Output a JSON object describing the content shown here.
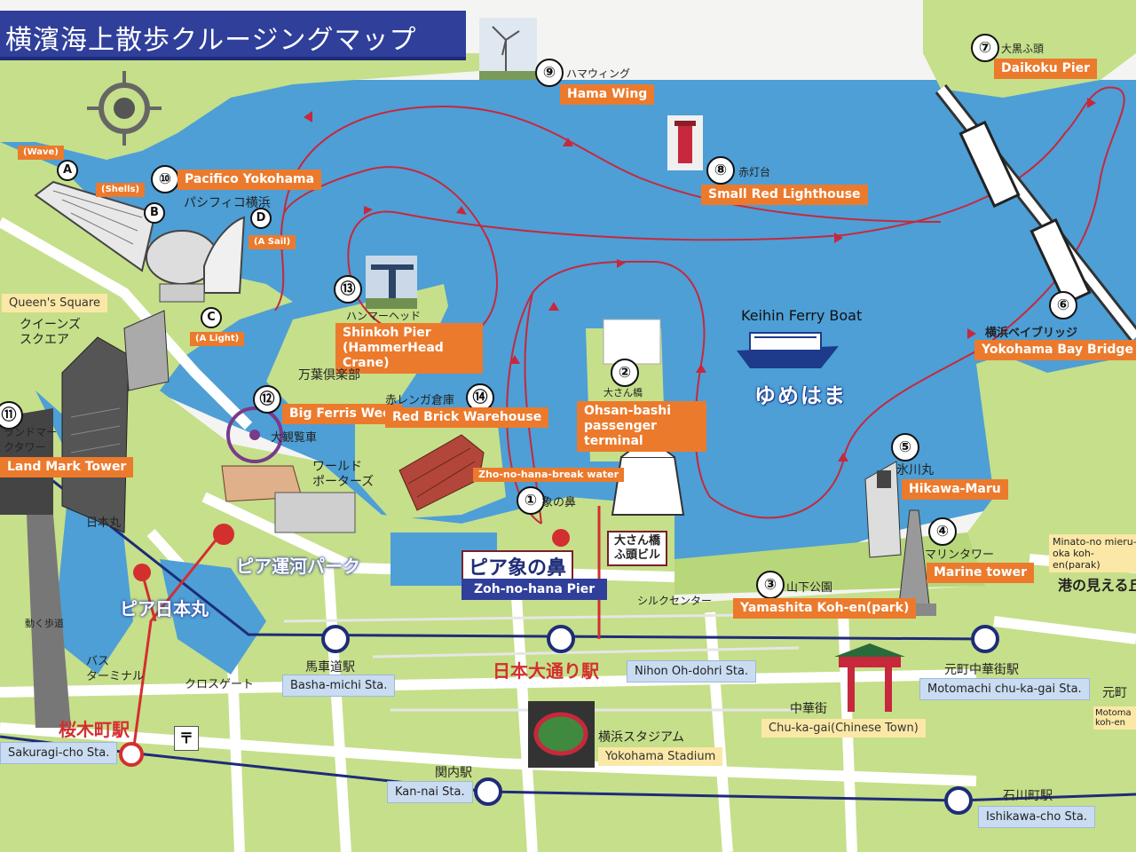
{
  "title": "横濱海上散歩クルージングマップ",
  "colors": {
    "sea": "#4d9fd6",
    "land": "#c6df8a",
    "road": "#ffffff",
    "route": "#c7283c",
    "orange": "#ec7a2c",
    "navy": "#2f3f9a"
  },
  "ferry": {
    "name_en": "Keihin Ferry Boat",
    "name_jp": "ゆめはま"
  },
  "spots": [
    {
      "num": "⑦",
      "jp": "大黒ふ頭",
      "en": "Daikoku Pier"
    },
    {
      "num": "⑨",
      "jp": "ハマウィング",
      "en": "Hama Wing"
    },
    {
      "num": "⑧",
      "jp": "赤灯台",
      "en": "Small Red Lighthouse"
    },
    {
      "num": "⑩",
      "jp": "パシフィコ横浜",
      "en": "Pacifico Yokohama"
    },
    {
      "num": "⑥",
      "jp": "横浜ベイブリッジ",
      "en": "Yokohama Bay Bridge"
    },
    {
      "num": "⑬",
      "jp": "ハンマーヘッド",
      "en": "Shinkoh Pier (HammerHead Crane)"
    },
    {
      "num": "②",
      "jp": "大さん橋",
      "en": "Ohsan-bashi passenger terminal"
    },
    {
      "num": "⑫",
      "jp": "大観覧車",
      "en": "Big Ferris Weel"
    },
    {
      "num": "⑭",
      "jp": "赤レンガ倉庫",
      "en": "Red Brick Warehouse"
    },
    {
      "num": "⑤",
      "jp": "氷川丸",
      "en": "Hikawa-Maru"
    },
    {
      "num": "①",
      "jp": "象の鼻",
      "en": "Zho-no-hana-break water"
    },
    {
      "num": "④",
      "jp": "マリンタワー",
      "en": "Marine tower"
    },
    {
      "num": "③",
      "jp": "山下公園",
      "en": "Yamashita Koh-en(park)"
    },
    {
      "num": "⑪",
      "jp": "ランドマークタワー",
      "en": "Land Mark Tower"
    }
  ],
  "pacifico_parts": {
    "a": {
      "letter": "A",
      "en": "(Wave)"
    },
    "b": {
      "letter": "B",
      "en": "(Shells)"
    },
    "c": {
      "letter": "C",
      "en": "(A Light)"
    },
    "d": {
      "letter": "D",
      "en": "(A Sail)"
    }
  },
  "places": {
    "queens_en": "Queen's Square",
    "queens_jp": "クイーンズ\nスクエア",
    "bankoku": "万葉倶楽部",
    "world_porters": "ワールド\nポーターズ",
    "nipponmaru": "日本丸",
    "bus": "バス\nターミナル",
    "crossgate": "クロスゲート",
    "silk": "シルクセンター",
    "daisanbashi_building": "大さん橋\nふ頭ビル",
    "dock": "動く歩道",
    "minato": "Minato-no mieru-oka koh-en(parak)",
    "minato_jp": "港の見える丘"
  },
  "piers": {
    "unga_park": "ピア運河パーク",
    "nipponmaru": "ピア日本丸",
    "zonohana_jp": "ピア象の鼻",
    "zonohana_en": "Zoh-no-hana Pier"
  },
  "stations": [
    {
      "jp": "馬車道駅",
      "en": "Basha-michi Sta."
    },
    {
      "jp": "日本大通り駅",
      "en": "Nihon Oh-dohri Sta."
    },
    {
      "jp": "元町中華街駅",
      "en": "Motomachi chu-ka-gai Sta."
    },
    {
      "jp": "桜木町駅",
      "en": "Sakuragi-cho Sta."
    },
    {
      "jp": "関内駅",
      "en": "Kan-nai Sta."
    },
    {
      "jp": "石川町駅",
      "en": "Ishikawa-cho Sta."
    }
  ],
  "others": {
    "chinatown_jp": "中華街",
    "chinatown_en": "Chu-ka-gai(Chinese Town)",
    "stadium_jp": "横浜スタジアム",
    "stadium_en": "Yokohama Stadium",
    "motomachi_partial": "元町",
    "motomachi_en_partial": "Motoma koh-en"
  }
}
